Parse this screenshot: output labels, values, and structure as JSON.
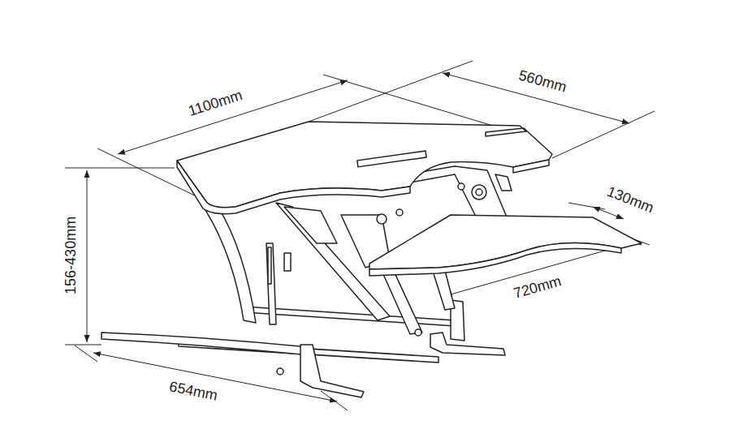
{
  "diagram": {
    "labels": [
      "1100mm",
      "560mm",
      "130mm",
      "720mm",
      "156-430mm",
      "654mm"
    ]
  }
}
